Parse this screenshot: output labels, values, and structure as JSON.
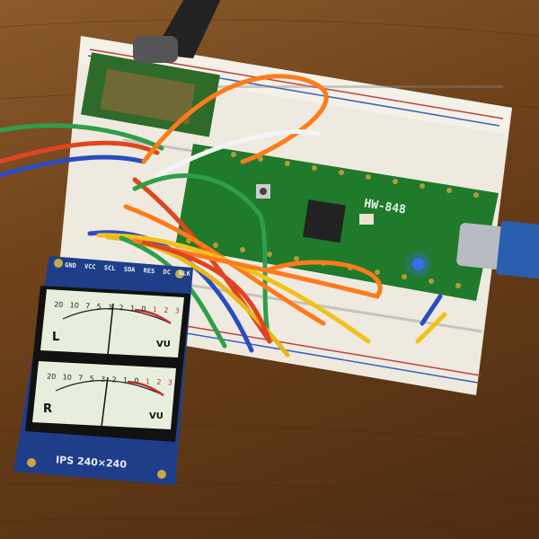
{
  "board": {
    "name": "HW-848",
    "pin_labels_top": [
      "GND",
      "VCC",
      "SCL",
      "SDA",
      "RES",
      "DC",
      "BLK"
    ]
  },
  "display": {
    "model_label": "IPS 240×240",
    "meter_top": {
      "channel": "L",
      "unit": "VU",
      "scale": [
        "20",
        "10",
        "7",
        "5",
        "3",
        "2",
        "1",
        "0",
        "1",
        "2",
        "3"
      ]
    },
    "meter_bottom": {
      "channel": "R",
      "unit": "VU",
      "scale": [
        "20",
        "10",
        "7",
        "5",
        "3",
        "2",
        "1",
        "0",
        "1",
        "2",
        "3"
      ]
    }
  },
  "colors": {
    "pcb": "#1f7a2c",
    "wood": "#7a4a22",
    "breadboard": "#eeeae0",
    "display_pcb": "#1f3e8a",
    "meter_face": "#e8eedc",
    "usb_led": "#3c6cff"
  }
}
